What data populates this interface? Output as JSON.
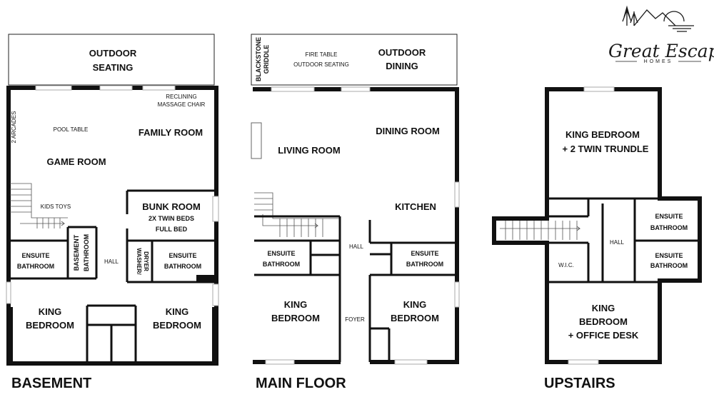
{
  "logo": {
    "brand": "Great Escapes",
    "sub": "HOMES"
  },
  "basement": {
    "title": "BASEMENT",
    "outdoor": [
      "OUTDOOR",
      "SEATING"
    ],
    "reclining": [
      "RECLINING",
      "MASSAGE CHAIR"
    ],
    "arcades": "2 ARCADES",
    "pool_table": "POOL TABLE",
    "family_room": "FAMILY ROOM",
    "game_room": "GAME ROOM",
    "kids_toys": "KIDS TOYS",
    "bunk_room": "BUNK ROOM",
    "bunk_beds": [
      "2X TWIN BEDS",
      "FULL BED"
    ],
    "ensuite_left": [
      "ENSUITE",
      "BATHROOM"
    ],
    "basement_bath": [
      "BASEMENT",
      "BATHROOM"
    ],
    "hall": "HALL",
    "washer": [
      "WASHER/",
      "DRYER"
    ],
    "ensuite_right": [
      "ENSUITE",
      "BATHROOM"
    ],
    "king_left": [
      "KING",
      "BEDROOM"
    ],
    "king_right": [
      "KING",
      "BEDROOM"
    ]
  },
  "main_floor": {
    "title": "MAIN FLOOR",
    "griddle": [
      "BLACKSTONE",
      "GRIDDLE"
    ],
    "fire_table": [
      "FIRE TABLE",
      "OUTDOOR SEATING"
    ],
    "outdoor_dining": [
      "OUTDOOR",
      "DINING"
    ],
    "living_room": "LIVING ROOM",
    "dining_room": "DINING ROOM",
    "kitchen": "KITCHEN",
    "hall": "HALL",
    "ensuite_left": [
      "ENSUITE",
      "BATHROOM"
    ],
    "ensuite_right": [
      "ENSUITE",
      "BATHROOM"
    ],
    "king_left": [
      "KING",
      "BEDROOM"
    ],
    "king_right": [
      "KING",
      "BEDROOM"
    ],
    "foyer": "FOYER"
  },
  "upstairs": {
    "title": "UPSTAIRS",
    "king_top": [
      "KING BEDROOM",
      "+ 2 TWIN TRUNDLE"
    ],
    "ensuite_top": [
      "ENSUITE",
      "BATHROOM"
    ],
    "ensuite_bottom": [
      "ENSUITE",
      "BATHROOM"
    ],
    "hall": "HALL",
    "wic": "W.I.C.",
    "king_bottom": [
      "KING",
      "BEDROOM",
      "+ OFFICE DESK"
    ]
  }
}
